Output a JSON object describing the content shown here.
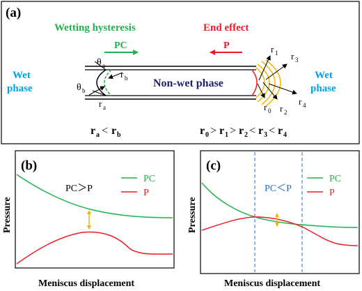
{
  "panel_a": {
    "label": "(a)",
    "wetting_hysteresis": "Wetting hysteresis",
    "end_effect": "End effect",
    "pc_arrow_label": "PC",
    "p_arrow_label": "P",
    "wet_phase_left_1": "Wet",
    "wet_phase_left_2": "phase",
    "wet_phase_right_1": "Wet",
    "wet_phase_right_2": "phase",
    "non_wet_phase": "Non-wet phase",
    "theta_a": "θ",
    "theta_a_sub": "a",
    "theta_b": "θ",
    "theta_b_sub": "b",
    "r_a": "r",
    "r_a_sub": "a",
    "r_b": "r",
    "r_b_sub": "b",
    "r0": "r",
    "r0_sub": "0",
    "r1": "r",
    "r1_sub": "1",
    "r2": "r",
    "r2_sub": "2",
    "r3": "r",
    "r3_sub": "3",
    "r4": "r",
    "r4_sub": "4",
    "relation_left": {
      "a": "r",
      "a_sub": "a",
      "op": "<",
      "b": "r",
      "b_sub": "b"
    },
    "relation_right": {
      "r0": "r",
      "r0_sub": "0",
      "op1": ">",
      "r1": "r",
      "r1_sub": "1",
      "op2": ">",
      "r2": "r",
      "r2_sub": "2",
      "op3": "<",
      "r3": "r",
      "r3_sub": "3",
      "op4": "<",
      "r4": "r",
      "r4_sub": "4"
    },
    "colors": {
      "green": "#22b14c",
      "red": "#ed1c24",
      "cyan": "#00a2e8",
      "navy": "#1f1f6e",
      "yellow": "#f5b400"
    }
  },
  "panel_b": {
    "label": "(b)",
    "relation": "PC＞P",
    "legend_pc": "PC",
    "legend_p": "P",
    "ylabel": "Pressure",
    "xlabel": "Meniscus displacement"
  },
  "panel_c": {
    "label": "(c)",
    "relation": "PC＜P",
    "legend_pc": "PC",
    "legend_p": "P",
    "ylabel": "Pressure",
    "xlabel": "Meniscus displacement"
  }
}
